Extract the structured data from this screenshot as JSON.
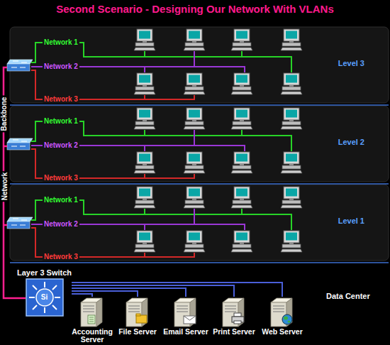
{
  "diagram": {
    "title": "Second Scenario - Designing Our Network With VLANs",
    "nodes": [
      {
        "text": [
          "Level 3"
        ]
      },
      {
        "text": [
          "Level 2"
        ]
      },
      {
        "text": [
          "Level 1"
        ]
      },
      {
        "text": [
          "Layer 3 Switch"
        ]
      },
      {
        "text": [
          "Accounting Server"
        ]
      },
      {
        "text": [
          "File Server"
        ]
      },
      {
        "text": [
          "Email Server"
        ]
      },
      {
        "text": [
          "Print Server"
        ]
      },
      {
        "text": [
          "Web Server"
        ]
      }
    ],
    "edges": [
      {
        "from": 3,
        "to": 4,
        "arrow": "none"
      },
      {
        "from": 3,
        "to": 5,
        "arrow": "none"
      },
      {
        "from": 3,
        "to": 6,
        "arrow": "none"
      },
      {
        "from": 3,
        "to": 7,
        "arrow": "none"
      },
      {
        "from": 3,
        "to": 8,
        "arrow": "none"
      }
    ],
    "labels": [
      "Network 1",
      "Network 2",
      "Network 3",
      "Network 1",
      "Network 2",
      "Network 3",
      "Network 1",
      "Network 2",
      "Network 3",
      "Backbone",
      "Network",
      "Si",
      "Data Center"
    ]
  }
}
